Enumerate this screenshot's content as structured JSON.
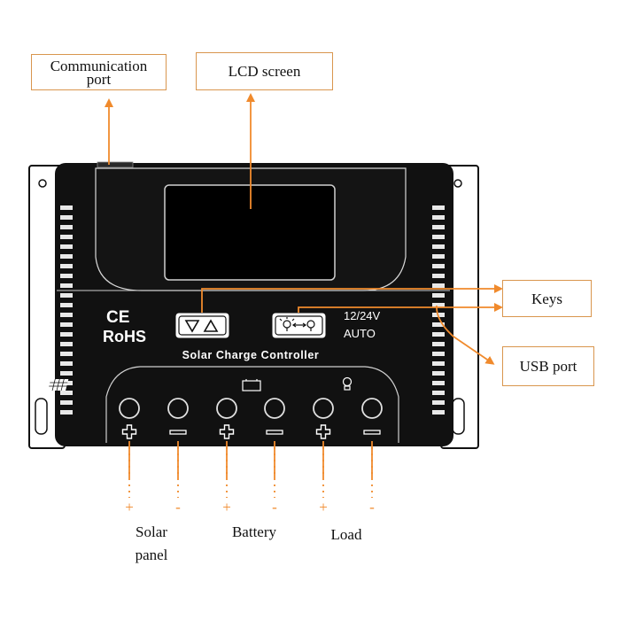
{
  "callouts": {
    "communication_port": "Communication port",
    "lcd_screen": "LCD screen",
    "keys": "Keys",
    "usb_port": "USB port"
  },
  "device": {
    "certification_ce": "CE",
    "certification_rohs": "RoHS",
    "voltage": "12/24V",
    "mode": "AUTO",
    "product_name": "Solar Charge Controller"
  },
  "terminals": [
    {
      "group": "solar",
      "polarity": "+"
    },
    {
      "group": "solar",
      "polarity": "-"
    },
    {
      "group": "battery",
      "polarity": "+"
    },
    {
      "group": "battery",
      "polarity": "-"
    },
    {
      "group": "load",
      "polarity": "+"
    },
    {
      "group": "load",
      "polarity": "-"
    }
  ],
  "terminal_groups": {
    "solar": "Solar panel",
    "battery": "Battery",
    "load": "Load"
  },
  "colors": {
    "accent": "#f08a2c",
    "callout_border": "#d9964e",
    "device_body": "#111111"
  },
  "icons": {
    "solar": "solar-panel-icon",
    "battery": "battery-icon",
    "load": "bulb-icon"
  }
}
